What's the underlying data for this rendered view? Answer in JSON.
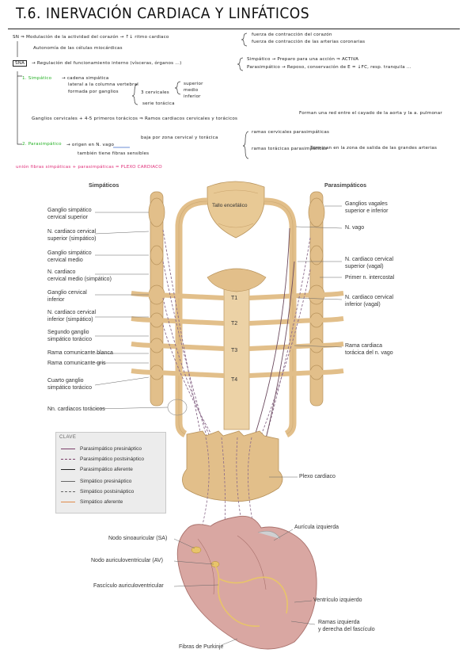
{
  "header": {
    "title": "T.6. INERVACIÓN CARDIACA Y LINFÁTICOS"
  },
  "notes": {
    "line1": "SN ⇒ Modulación de la actividad del corazón → ↑↓ ritmo cardiaco",
    "line1_brace_a": "fuerza de contracción del corazón",
    "line1_brace_b": "fuerza de contracción de las arterias coronarias",
    "line2": "Autonomía de las células miocárdicas",
    "sna_label": "SNA",
    "line3": "→ Regulación del funcionamiento interno (vísceras, órganos ...)",
    "line3_brace_a": "Simpático → Preparo para una acción ⇒ ACTIVA",
    "line3_brace_b": "Parasimpático → Reposo, conservación de E = ↓FC, resp. tranquila ...",
    "simp_title": "1. Simpático",
    "simp_a": "→ cadena simpática",
    "simp_b": "lateral a la columna vertebral",
    "simp_c": "formada por ganglios",
    "simp_cerv": "3 cervicales",
    "simp_sup": "superior",
    "simp_med": "medio",
    "simp_inf": "inferior",
    "simp_tor": "serie torácica",
    "gang_line": "Ganglios cervicales + 4-5 primeros torácicos ⇒ Ramos cardiacos cervicales y torácicos",
    "gang_result": "Forman una red entre el cayado de la aorta y la a. pulmonar",
    "para_title": "2. Parasimpático",
    "para_a": "→ origen en N. vago",
    "para_b": "también tiene fibras sensibles",
    "para_c": "baja por zona cervical y torácica",
    "para_r1": "ramas cervicales parasimpáticas",
    "para_r2": "ramas torácicas parasimpáticas",
    "para_result": "Terminan en la zona de salida de las grandes arterias",
    "union": "unión fibras simpáticas + parasimpáticas = PLEXO CARDIACO"
  },
  "figure": {
    "col_left": "Simpáticos",
    "col_right": "Parasimpáticos",
    "brainstem": "Tallo encefálico",
    "vertebrae": [
      "T1",
      "T2",
      "T3",
      "T4"
    ],
    "left_labels": [
      "Ganglio simpático\ncervical superior",
      "N. cardiaco cervical\nsuperior (simpático)",
      "Ganglio simpático\ncervical medio",
      "N. cardiaco\ncervical medio (simpático)",
      "Ganglio cervical\ninferior",
      "N. cardiaco cervical\ninferior (simpático)",
      "Segundo ganglio\nsimpático torácico",
      "Rama comunicante blanca",
      "Rama comunicante gris",
      "Cuarto ganglio\nsimpático torácico",
      "Nn. cardiacos torácicos"
    ],
    "right_labels": [
      "Ganglios vagales\nsuperior e inferior",
      "N. vago",
      "N. cardiaco cervical\nsuperior (vagal)",
      "Primer n. intercostal",
      "N. cardiaco cervical\ninferior (vagal)",
      "Rama cardiaca\ntorácica del n. vago"
    ],
    "plexus_label": "Plexo cardiaco",
    "heart_left_labels": [
      "Nodo sinoauricular (SA)",
      "Nodo auriculoventricular (AV)",
      "Fascículo auriculoventricular"
    ],
    "heart_right_labels": [
      "Aurícula izquierda",
      "Ventrículo izquierdo",
      "Ramas izquierda\ny derecha del fascículo"
    ],
    "heart_bottom_label": "Fibras de Purkinje",
    "key": {
      "title": "CLAVE",
      "items": [
        {
          "label": "Parasimpático presináptico",
          "color": "#7a3f6a",
          "style": "solid"
        },
        {
          "label": "Parasimpático postsináptico",
          "color": "#7a3f6a",
          "style": "dashed"
        },
        {
          "label": "Parasimpático aferente",
          "color": "#222222",
          "style": "solid"
        },
        {
          "label": "Simpático presináptico",
          "color": "#666666",
          "style": "solid"
        },
        {
          "label": "Simpático postsináptico",
          "color": "#666666",
          "style": "dashed"
        },
        {
          "label": "Simpático aferente",
          "color": "#e08a4a",
          "style": "solid"
        }
      ]
    },
    "colors": {
      "nerve": "#e2bf8a",
      "nerve_dark": "#b8935c",
      "heart": "#d9a7a2",
      "heart_dark": "#a9716c",
      "accent_pink": "#e0307a",
      "accent_green": "#23b023",
      "accent_blue": "#3a66c9"
    }
  }
}
